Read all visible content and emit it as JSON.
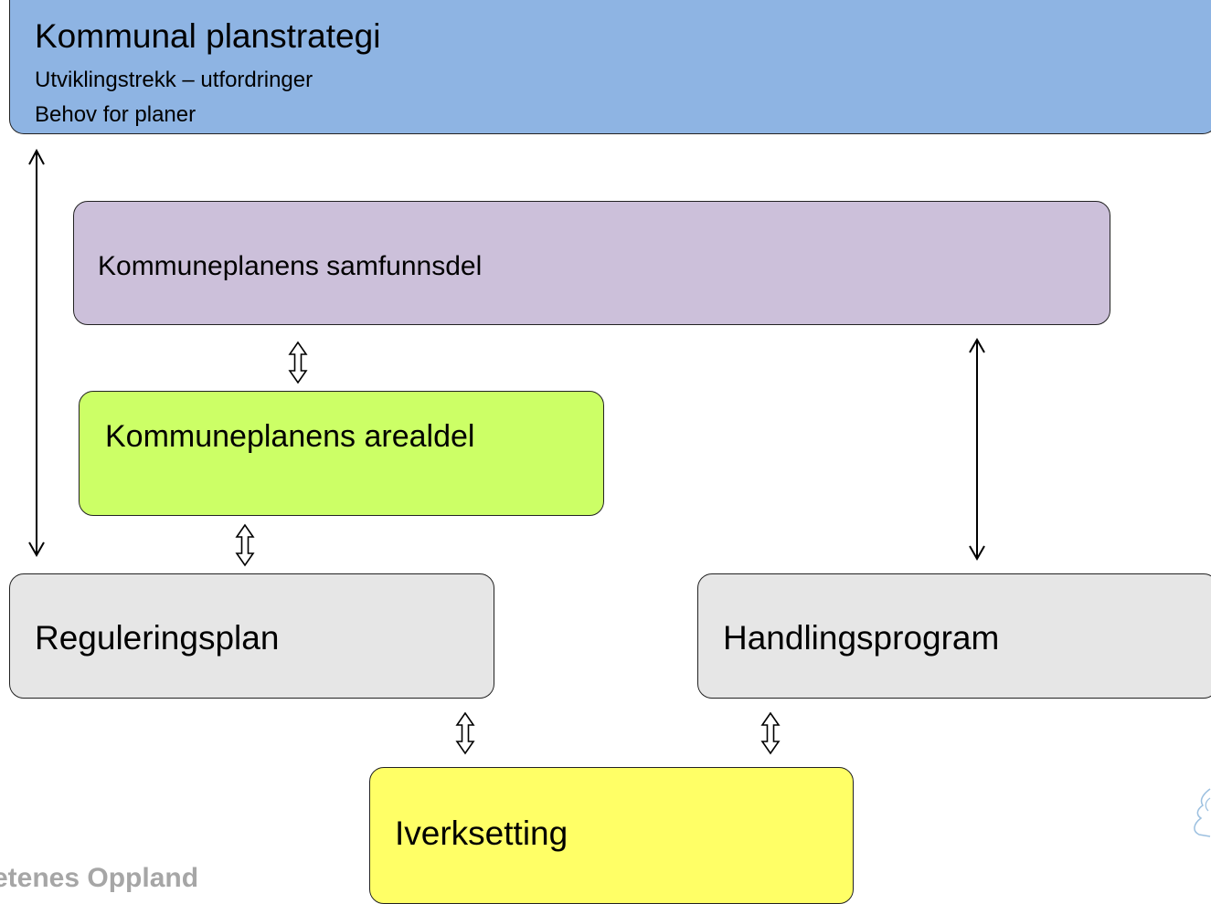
{
  "strategy": {
    "title": "Kommunal planstrategi",
    "line1": "Utviklingstrekk – utfordringer",
    "line2": "Behov for planer"
  },
  "samfunnsdel": {
    "label": "Kommuneplanens samfunnsdel"
  },
  "arealdel": {
    "label": "Kommuneplanens arealdel"
  },
  "reguleringsplan": {
    "label": "Reguleringsplan"
  },
  "handlingsprogram": {
    "label": "Handlingsprogram"
  },
  "iverksetting": {
    "label": "Iverksetting"
  },
  "footer": {
    "text": "etenes Oppland"
  },
  "colors": {
    "strategy": "#8eb4e3",
    "samfunnsdel": "#ccc0da",
    "arealdel": "#ccff66",
    "grey_boxes": "#e6e6e6",
    "iverksetting": "#ffff66"
  },
  "icons": {
    "double_arrow": "up-down-arrow",
    "logo": "regional-logo-fragment"
  }
}
